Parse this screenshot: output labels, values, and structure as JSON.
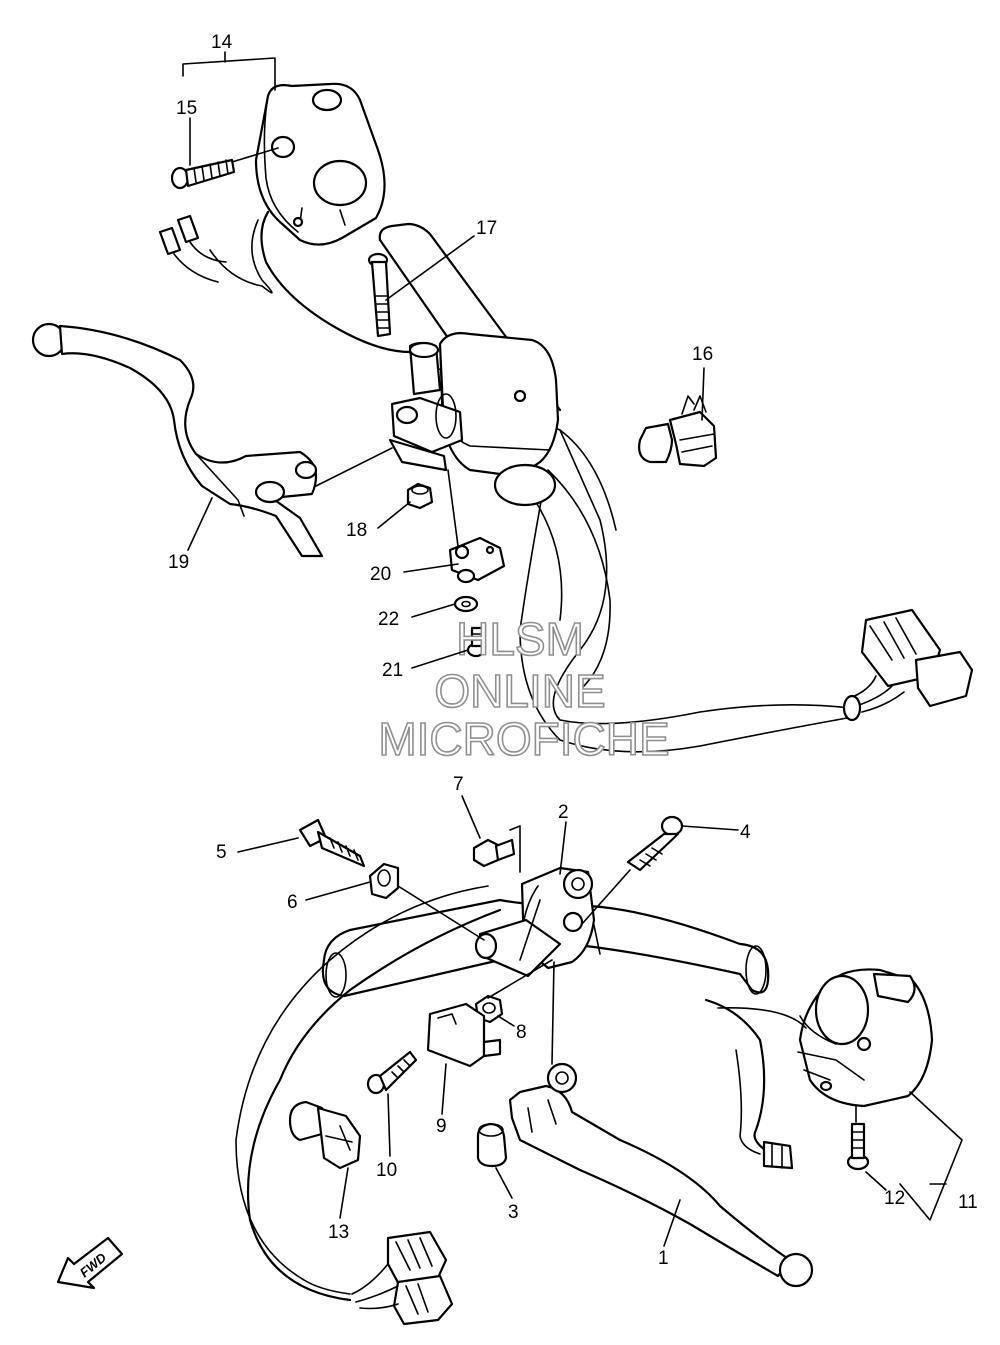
{
  "callouts": [
    {
      "id": "1",
      "label": "1"
    },
    {
      "id": "2",
      "label": "2"
    },
    {
      "id": "3",
      "label": "3"
    },
    {
      "id": "4",
      "label": "4"
    },
    {
      "id": "5",
      "label": "5"
    },
    {
      "id": "6",
      "label": "6"
    },
    {
      "id": "7",
      "label": "7"
    },
    {
      "id": "8",
      "label": "8"
    },
    {
      "id": "9",
      "label": "9"
    },
    {
      "id": "10",
      "label": "10"
    },
    {
      "id": "11",
      "label": "11"
    },
    {
      "id": "12",
      "label": "12"
    },
    {
      "id": "13",
      "label": "13"
    },
    {
      "id": "14",
      "label": "14"
    },
    {
      "id": "15",
      "label": "15"
    },
    {
      "id": "16",
      "label": "16"
    },
    {
      "id": "17",
      "label": "17"
    },
    {
      "id": "18",
      "label": "18"
    },
    {
      "id": "19",
      "label": "19"
    },
    {
      "id": "20",
      "label": "20"
    },
    {
      "id": "21",
      "label": "21"
    },
    {
      "id": "22",
      "label": "22"
    }
  ],
  "watermark": {
    "line1": "HLSM",
    "line2": "ONLINE",
    "line3": "MICROFICHE"
  },
  "fwd_label": "FWD",
  "colors": {
    "line": "#000000",
    "watermark_outline": "#8f8f8f",
    "background": "#ffffff"
  }
}
